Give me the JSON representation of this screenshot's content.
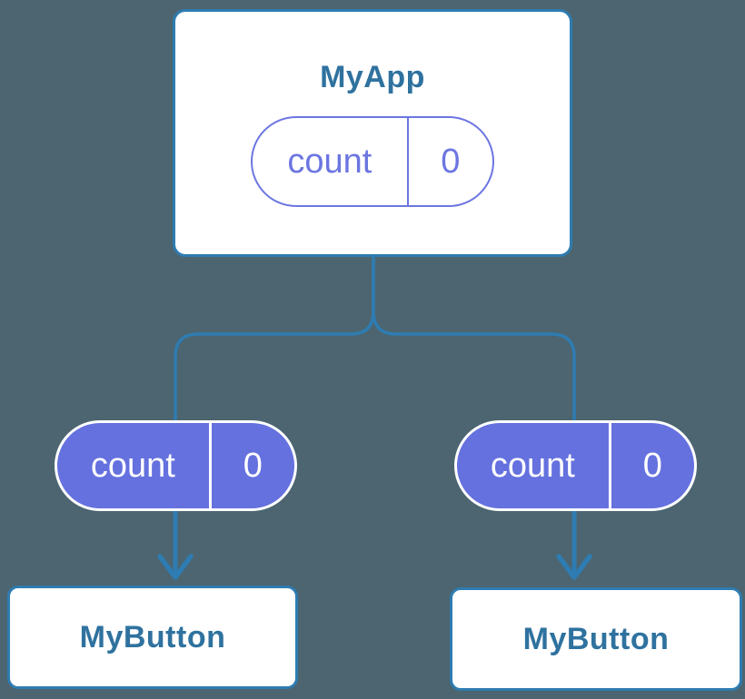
{
  "colors": {
    "background": "#4C6570",
    "node_border": "#2E7CB1",
    "node_fill": "#FFFFFF",
    "node_text": "#2F729F",
    "connector": "#2E7CB1",
    "pill_fill": "#6571DE",
    "pill_outline": "#6C76E1",
    "pill_text_light": "#FFFFFF"
  },
  "nodes": {
    "root": {
      "title": "MyApp",
      "state": {
        "label": "count",
        "value": "0"
      }
    },
    "left_prop": {
      "label": "count",
      "value": "0"
    },
    "right_prop": {
      "label": "count",
      "value": "0"
    },
    "left_child": {
      "title": "MyButton"
    },
    "right_child": {
      "title": "MyButton"
    }
  }
}
